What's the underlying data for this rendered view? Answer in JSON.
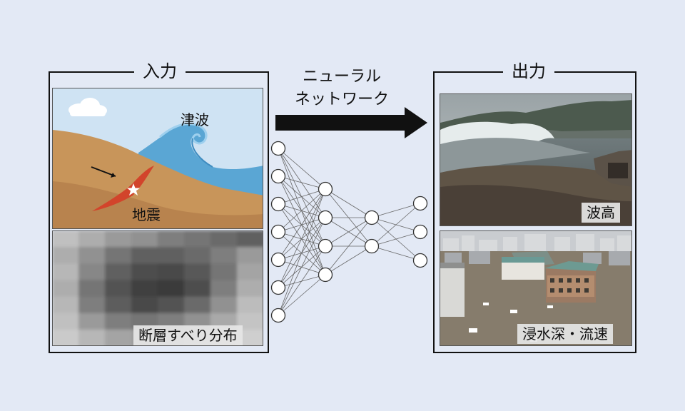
{
  "input": {
    "title": "入力",
    "tsunami_label": "津波",
    "earthquake_label": "地震",
    "slip_label": "断層すべり分布"
  },
  "network": {
    "label_line1": "ニューラル",
    "label_line2": "ネットワーク",
    "layers": [
      7,
      4,
      2,
      3
    ]
  },
  "output": {
    "title": "出力",
    "wave_height_label": "波高",
    "inundation_label": "浸水深・流速"
  },
  "colors": {
    "background": "#e3e9f5",
    "sky": "#cfe3f3",
    "sea": "#5aa6d4",
    "land": "#c8955a",
    "fault": "#d2442b"
  }
}
